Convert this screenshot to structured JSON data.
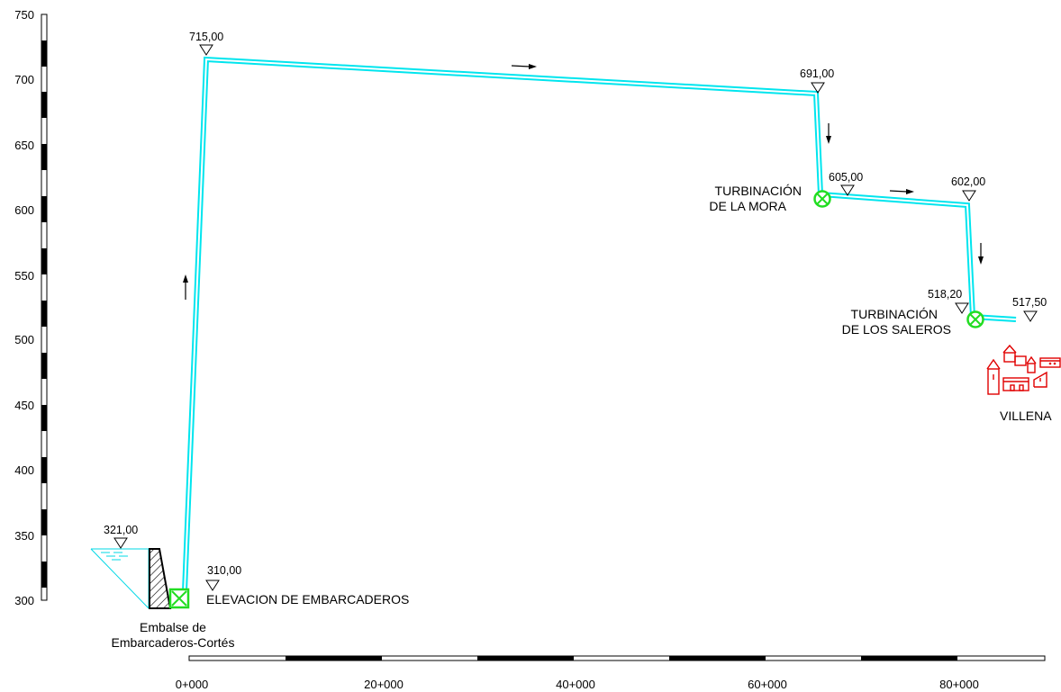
{
  "y_axis": {
    "ticks": [
      "750",
      "700",
      "650",
      "600",
      "550",
      "500",
      "450",
      "400",
      "350",
      "300"
    ]
  },
  "x_axis": {
    "ticks": [
      "0+000",
      "20+000",
      "40+000",
      "60+000",
      "80+000"
    ]
  },
  "elevations": {
    "reservoir": "321,00",
    "pump_base": "310,00",
    "peak": "715,00",
    "top_right": "691,00",
    "mora": "605,00",
    "step": "602,00",
    "saleros": "518,20",
    "end": "517,50"
  },
  "labels": {
    "pump_station": "ELEVACION DE EMBARCADEROS",
    "reservoir_line1": "Embalse de",
    "reservoir_line2": "Embarcaderos-Cortés",
    "mora_line1": "TURBINACIÓN",
    "mora_line2": "DE LA  MORA",
    "saleros_line1": "TURBINACIÓN",
    "saleros_line2": "DE LOS SALEROS",
    "town": "VILLENA"
  },
  "colors": {
    "pipe": "#00e5ee",
    "station": "#22dd22",
    "town": "#e00000"
  }
}
